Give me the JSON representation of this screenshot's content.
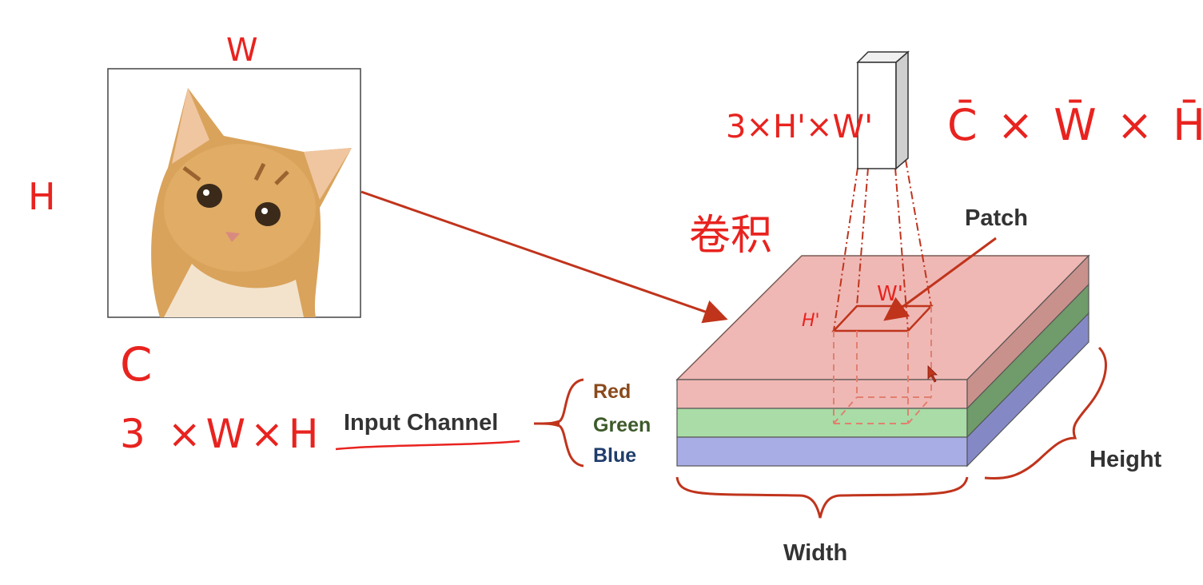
{
  "image_labels": {
    "width": "W",
    "height": "H",
    "channel": "C",
    "input_shape": "3 ×W×H"
  },
  "input_channel": {
    "label": "Input Channel",
    "channels": [
      {
        "name": "Red",
        "color": "#8a4a1c"
      },
      {
        "name": "Green",
        "color": "#3d5a2a"
      },
      {
        "name": "Blue",
        "color": "#1f3d6b"
      }
    ]
  },
  "volume": {
    "patch_label": "Patch",
    "patch_h": "H'",
    "patch_w": "W'",
    "width_label": "Width",
    "height_label": "Height",
    "layer_colors": {
      "red": "#efb8b5",
      "green": "#a9dca6",
      "blue": "#a9ade6"
    }
  },
  "kernel": {
    "shape": "3×H'×W'",
    "output_shape": "C̄ × W̄ × H̄",
    "conv_label": "卷积"
  },
  "colors": {
    "annotation": "#e8231f",
    "arrow": "#c0341c"
  }
}
